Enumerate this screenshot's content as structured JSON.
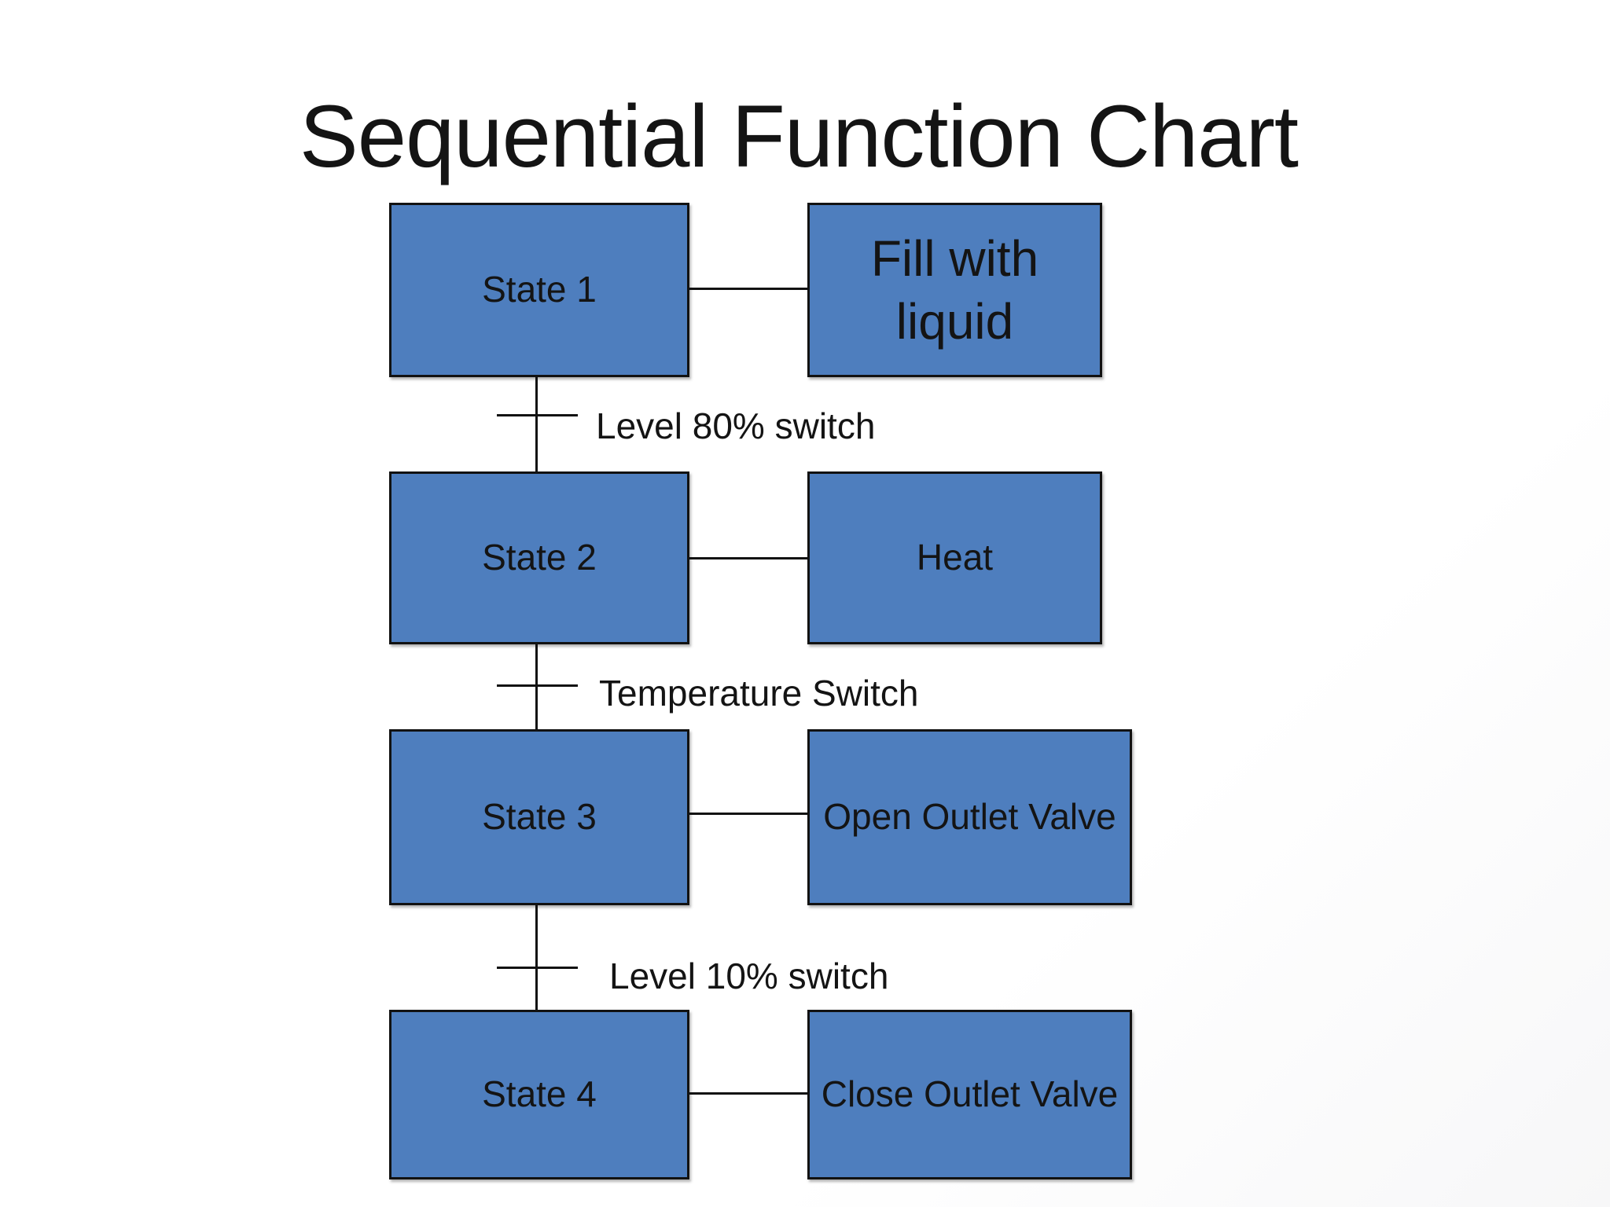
{
  "title": "Sequential Function Chart",
  "colors": {
    "box_fill": "#4e7ebe",
    "box_border": "#121212",
    "line": "#121212",
    "text": "#141414",
    "background": "#ffffff"
  },
  "chart_data": {
    "type": "sequential-function-chart",
    "steps": [
      {
        "state": "State 1",
        "action": "Fill with liquid",
        "transition_after": "Level 80% switch"
      },
      {
        "state": "State 2",
        "action": "Heat",
        "transition_after": "Temperature Switch"
      },
      {
        "state": "State 3",
        "action": "Open Outlet Valve",
        "transition_after": "Level 10% switch"
      },
      {
        "state": "State 4",
        "action": "Close Outlet Valve",
        "transition_after": null
      }
    ]
  },
  "steps": [
    {
      "state": "State 1",
      "action": "Fill with liquid",
      "transition_after": "Level 80% switch"
    },
    {
      "state": "State 2",
      "action": "Heat",
      "transition_after": "Temperature Switch"
    },
    {
      "state": "State 3",
      "action": "Open Outlet Valve",
      "transition_after": "Level 10% switch"
    },
    {
      "state": "State 4",
      "action": "Close Outlet Valve",
      "transition_after": ""
    }
  ]
}
